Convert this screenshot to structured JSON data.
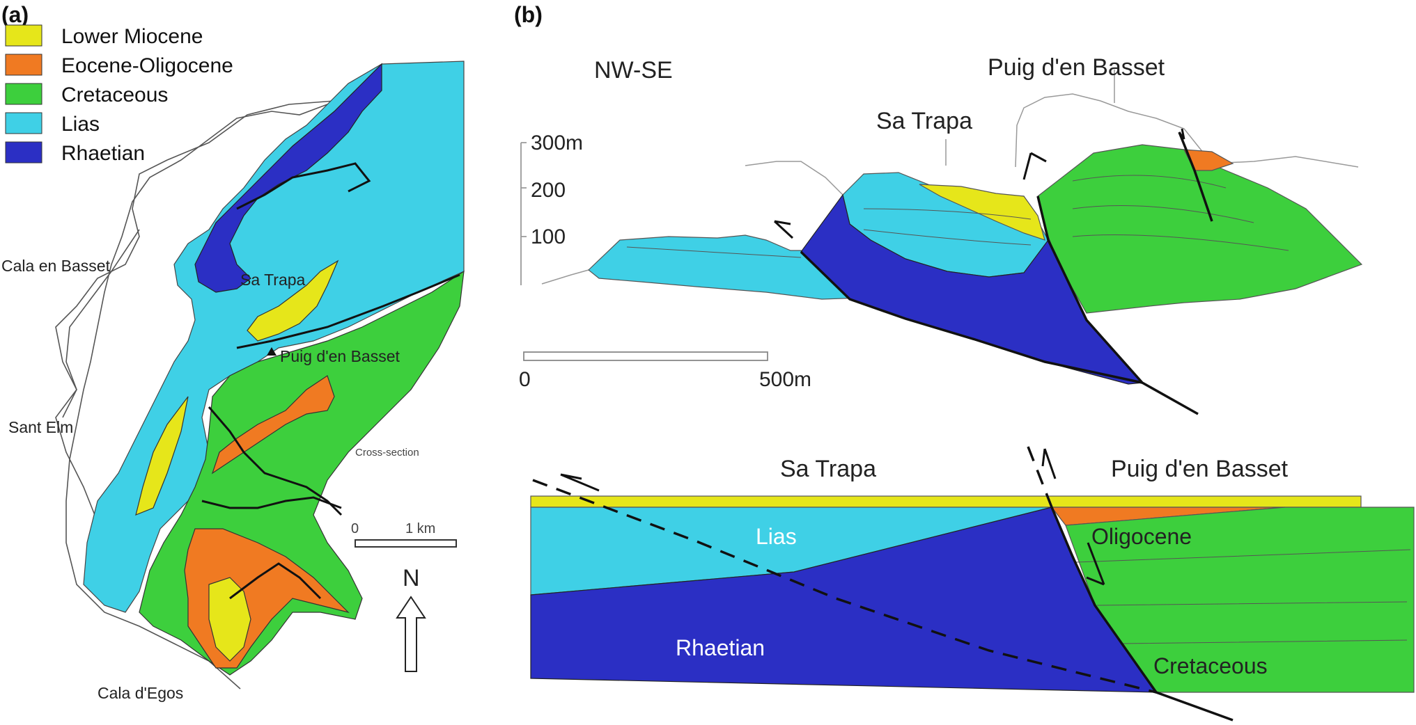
{
  "panel_a": {
    "label": "(a)",
    "legend": [
      {
        "label": "Lower Miocene",
        "color": "#e6e61a"
      },
      {
        "label": "Eocene-Oligocene",
        "color": "#f07a22"
      },
      {
        "label": "Cretaceous",
        "color": "#3dcf3d"
      },
      {
        "label": "Lias",
        "color": "#3fd0e6"
      },
      {
        "label": "Rhaetian",
        "color": "#2b2fc4"
      }
    ],
    "places": {
      "cala_en_basset": "Cala en Basset",
      "sant_elm": "Sant Elm",
      "cala_degos": "Cala d'Egos",
      "sa_trapa": "Sa Trapa",
      "puig": "Puig d'en Basset",
      "cross_section": "Cross-section"
    },
    "scale": {
      "zero": "0",
      "end": "1 km"
    },
    "north": "N"
  },
  "panel_b": {
    "label": "(b)",
    "orientation": "NW-SE",
    "peaks": {
      "puig": "Puig d'en Basset",
      "sa_trapa": "Sa Trapa"
    },
    "vertical_scale": [
      "300m",
      "200",
      "100"
    ],
    "horizontal_scale": {
      "zero": "0",
      "end": "500m"
    },
    "lower": {
      "sa_trapa": "Sa Trapa",
      "puig": "Puig d'en Basset",
      "units": {
        "lias": "Lias",
        "oligocene": "Oligocene",
        "rhaetian": "Rhaetian",
        "cretaceous": "Cretaceous"
      }
    }
  },
  "colors": {
    "lower_miocene": "#e6e61a",
    "eocene_oligocene": "#f07a22",
    "cretaceous": "#3dcf3d",
    "lias": "#3fd0e6",
    "rhaetian": "#2b2fc4"
  }
}
